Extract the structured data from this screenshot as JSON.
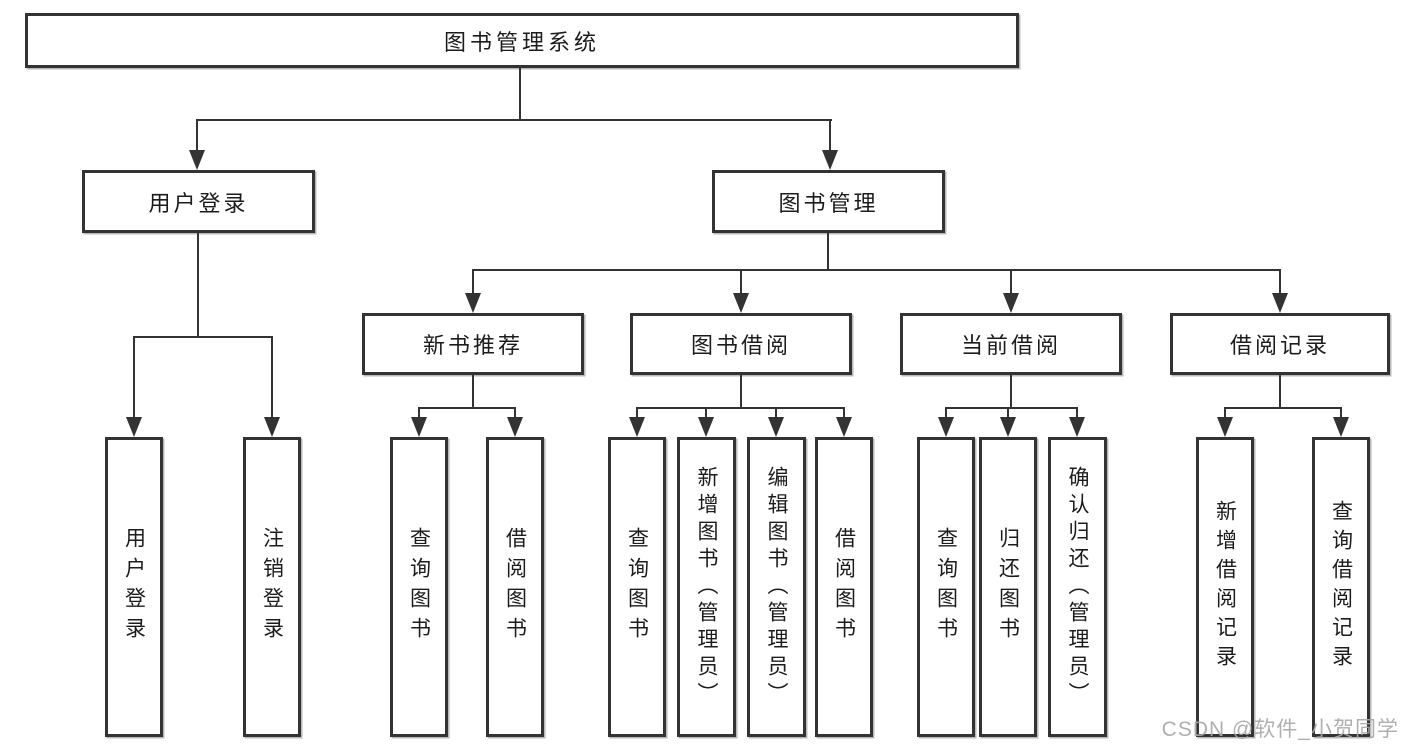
{
  "colors": {
    "line": "#333333",
    "text": "#1c1c1c"
  },
  "watermark": "CSDN @软件_小贺同学",
  "tree": {
    "root": "图书管理系统",
    "level2": [
      {
        "id": "user-login",
        "label": "用户登录",
        "children": [
          "用户登录",
          "注销登录"
        ]
      },
      {
        "id": "book-management",
        "label": "图书管理",
        "children": [
          {
            "label": "新书推荐",
            "children": [
              "查询图书",
              "借阅图书"
            ]
          },
          {
            "label": "图书借阅",
            "children": [
              "查询图书",
              "新增图书（管理员）",
              "编辑图书（管理员）",
              "借阅图书"
            ]
          },
          {
            "label": "当前借阅",
            "children": [
              "查询图书",
              "归还图书",
              "确认归还（管理员）"
            ]
          },
          {
            "label": "借阅记录",
            "children": [
              "新增借阅记录",
              "查询借阅记录"
            ]
          }
        ]
      }
    ]
  }
}
